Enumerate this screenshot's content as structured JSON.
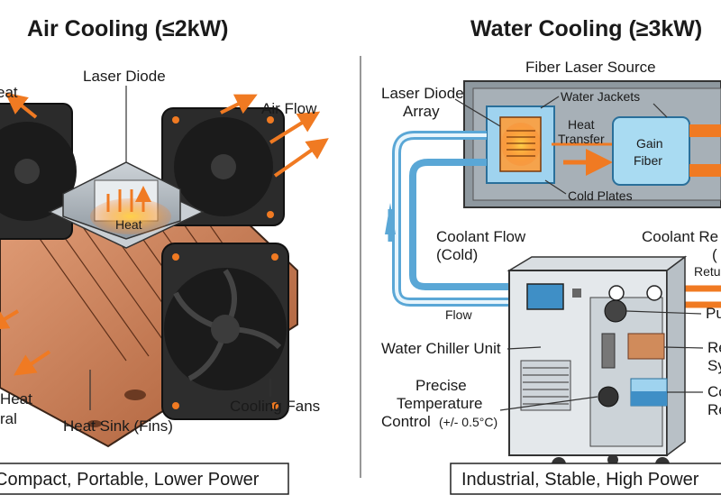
{
  "left": {
    "title": "Air Cooling (≤2kW)",
    "labels": {
      "laser_diode": "Laser Diode",
      "heat": "Heat",
      "air_flow": "Air Flow",
      "cooling_fans": "Cooling Fans",
      "heat_sink": "Heat Sink (Fins)",
      "heat_left_cut": "eat",
      "heat_left_cut2": "Heat",
      "ral_cut": "ral"
    },
    "caption": "Compact, Portable, Lower Power"
  },
  "right": {
    "title": "Water Cooling (≥3kW)",
    "labels": {
      "fiber_laser_source": "Fiber Laser Source",
      "laser_diode_array_1": "Laser Diode",
      "laser_diode_array_2": "Array",
      "water_jackets": "Water Jackets",
      "heat_transfer_1": "Heat",
      "heat_transfer_2": "Transfer",
      "gain_fiber_1": "Gain",
      "gain_fiber_2": "Fiber",
      "cold_plates": "Cold Plates",
      "coolant_flow_cold_1": "Coolant Flow",
      "coolant_flow_cold_2": "(Cold)",
      "coolant_return": "Coolant Re",
      "coolant_return_2": "(",
      "return_cut": "Retu",
      "flow": "Flow",
      "pump_cut": "Pu",
      "water_chiller_unit": "Water Chiller Unit",
      "refrig_cut_1": "Re",
      "refrig_cut_2": "Sy",
      "precise_1": "Precise",
      "precise_2": "Temperature",
      "precise_3": "Control",
      "precise_4": "(+/- 0.5°C)",
      "coolant_res_1": "Co",
      "coolant_res_2": "Re"
    },
    "caption": "Industrial, Stable, High Power"
  },
  "colors": {
    "arrow_orange": "#f07a22",
    "copper": "#c8744a",
    "coolant_blue": "#5aa7d6",
    "frame": "#9aa5ae"
  }
}
